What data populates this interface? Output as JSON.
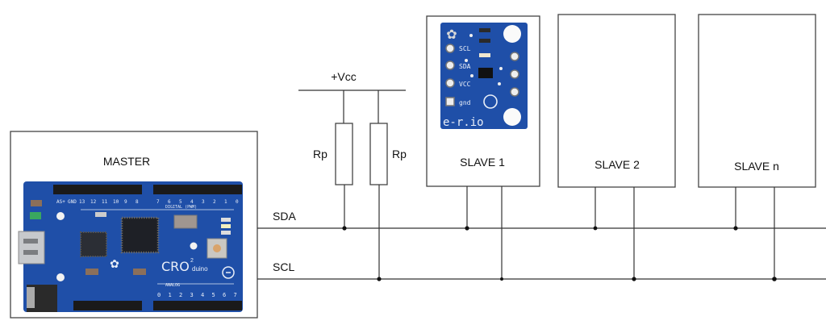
{
  "master": {
    "label": "MASTER",
    "board": {
      "name": "CRO2duino",
      "header_top": [
        "AS+",
        "GND",
        "13",
        "12",
        "11",
        "10",
        "9",
        "8",
        "7",
        "6",
        "5",
        "4",
        "3",
        "2",
        "1",
        "0"
      ],
      "digital_label": "DIGITAL (PWM)",
      "analog_label": "ANALOG",
      "analog_pins": [
        "0",
        "1",
        "2",
        "3",
        "4",
        "5",
        "6",
        "7"
      ]
    }
  },
  "pullups": {
    "supply_label": "+Vcc",
    "resistors": [
      {
        "label": "Rp"
      },
      {
        "label": "Rp"
      }
    ]
  },
  "bus": {
    "sda_label": "SDA",
    "scl_label": "SCL"
  },
  "slaves": [
    {
      "label": "SLAVE 1",
      "module": {
        "brand": "e-r.io",
        "pins": [
          "SCL",
          "SDA",
          "VCC",
          "gnd"
        ]
      }
    },
    {
      "label": "SLAVE 2"
    },
    {
      "label": "SLAVE n"
    }
  ],
  "colors": {
    "pcb": "#1f4fa8",
    "wire": "#333333",
    "box": "#444444"
  }
}
